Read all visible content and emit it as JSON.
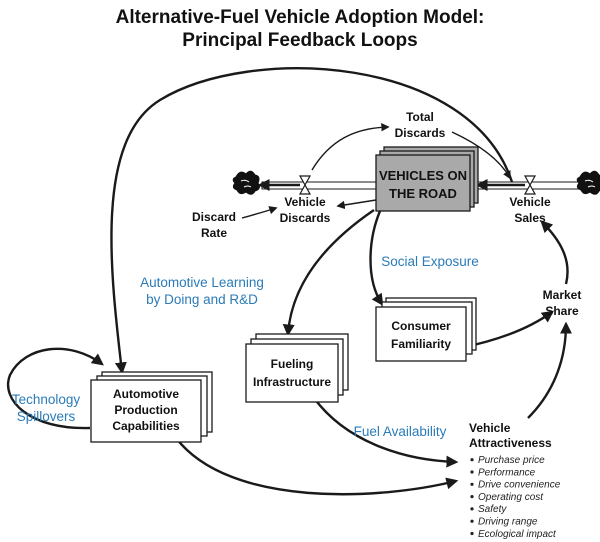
{
  "title": {
    "line1": "Alternative-Fuel Vehicle Adoption Model:",
    "line2": "Principal Feedback Loops"
  },
  "stocks": {
    "vehicles_on_road": {
      "line1": "VEHICLES ON",
      "line2": "THE ROAD"
    },
    "consumer_familiarity": {
      "line1": "Consumer",
      "line2": "Familiarity"
    },
    "fueling_infrastructure": {
      "line1": "Fueling",
      "line2": "Infrastructure"
    },
    "automotive_production": {
      "line1": "Automotive",
      "line2": "Production",
      "line3": "Capabilities"
    }
  },
  "variables": {
    "total_discards": {
      "line1": "Total",
      "line2": "Discards"
    },
    "vehicle_discards": {
      "line1": "Vehicle",
      "line2": "Discards"
    },
    "vehicle_sales": {
      "line1": "Vehicle",
      "line2": "Sales"
    },
    "discard_rate": {
      "line1": "Discard",
      "line2": "Rate"
    },
    "market_share": {
      "line1": "Market",
      "line2": "Share"
    },
    "vehicle_attractiveness": {
      "line1": "Vehicle",
      "line2": "Attractiveness",
      "factors": [
        "Purchase price",
        "Performance",
        "Drive convenience",
        "Operating cost",
        "Safety",
        "Driving range",
        "Ecological impact"
      ]
    }
  },
  "loops": {
    "social_exposure": "Social Exposure",
    "automotive_learning_line1": "Automotive Learning",
    "automotive_learning_line2": "by Doing and R&D",
    "technology_spillovers_line1": "Technology",
    "technology_spillovers_line2": "Spillovers",
    "fuel_availability": "Fuel Availability"
  },
  "icons": [
    "cloud-source-icon",
    "cloud-sink-icon",
    "valve-icon"
  ],
  "colors": {
    "loop_label": "#2a7bb8",
    "stock_dark": "#a9a9a9"
  }
}
